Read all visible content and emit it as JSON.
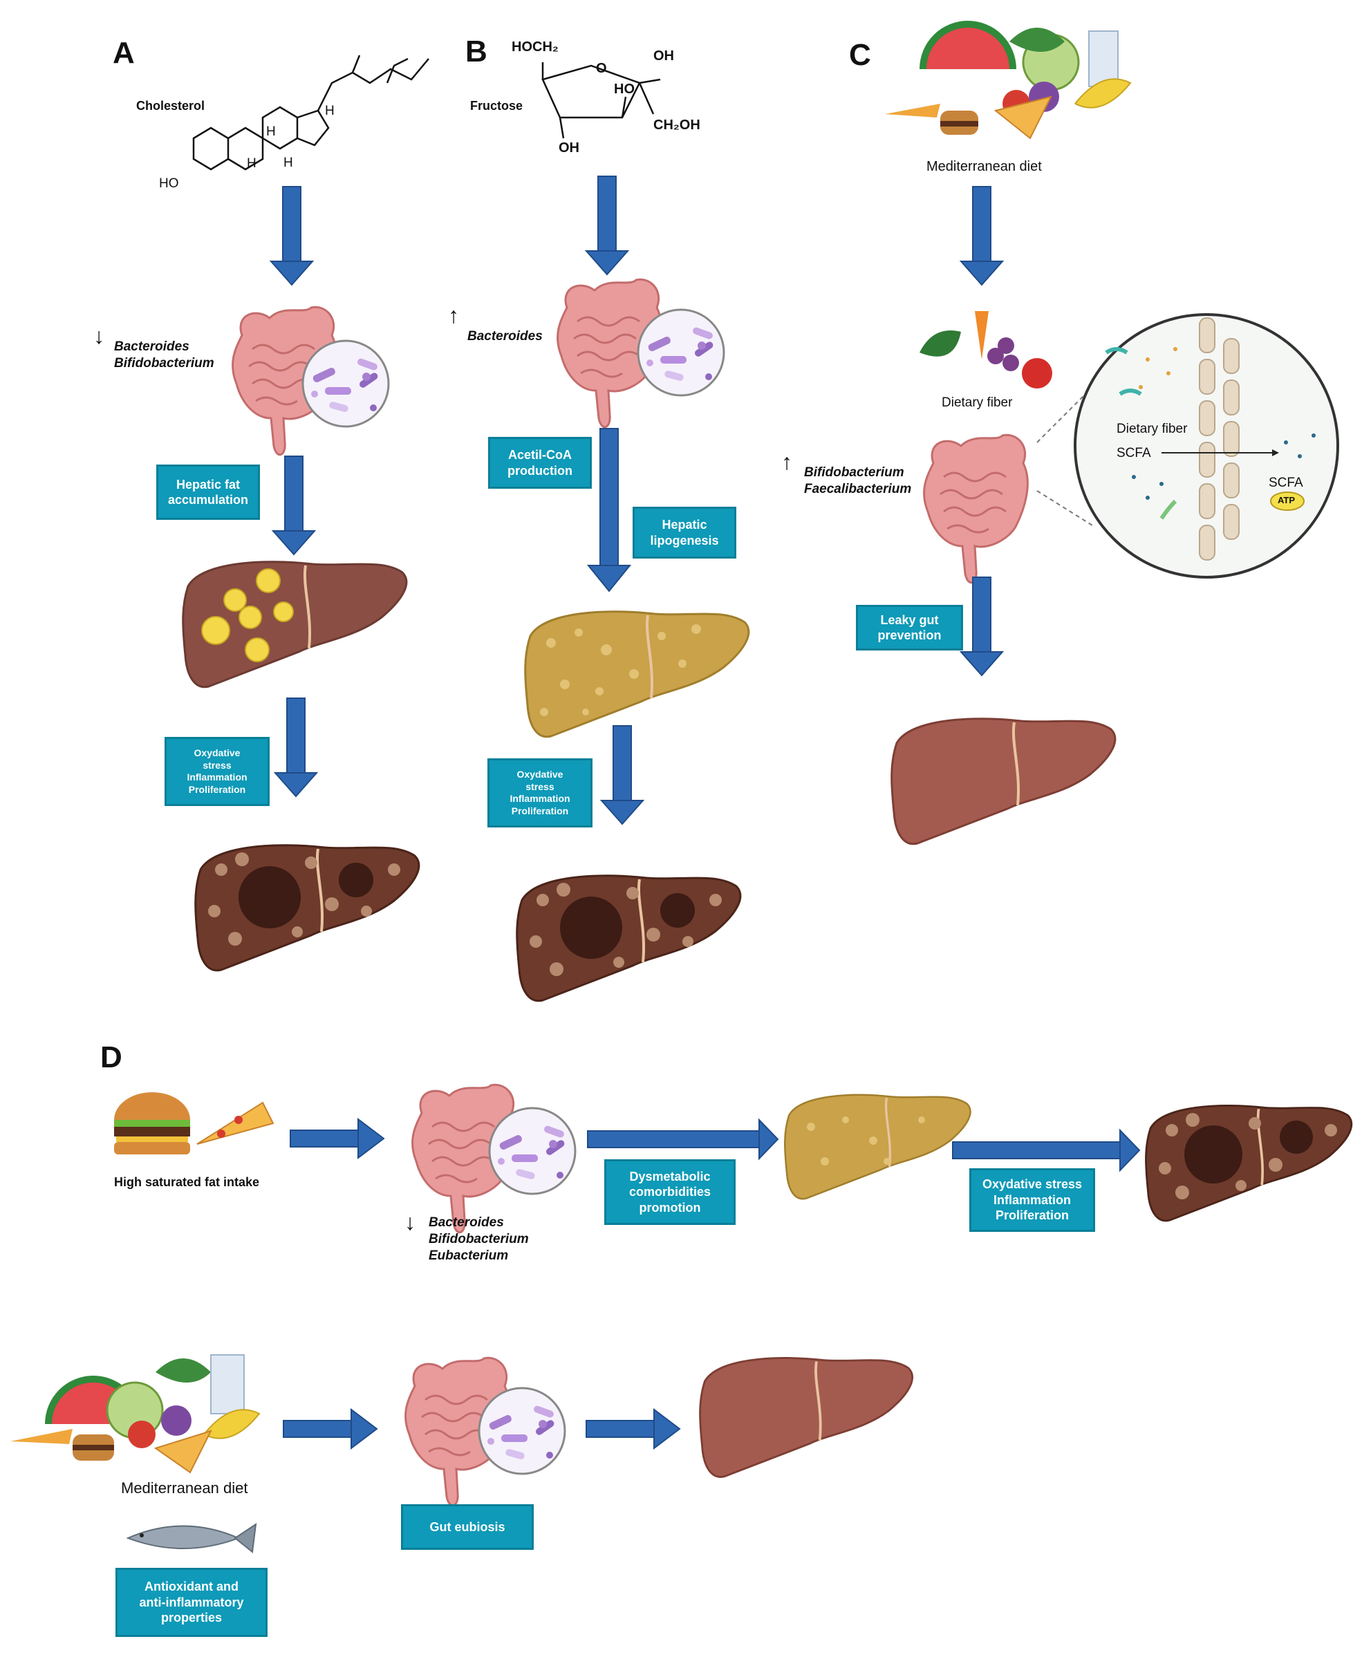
{
  "panels": {
    "a": "A",
    "b": "B",
    "c": "C",
    "d": "D"
  },
  "panel_a": {
    "molecule": "Cholesterol",
    "chem_labels": {
      "ho": "HO",
      "h1": "H",
      "h2": "H",
      "h3": "H",
      "h4": "H"
    },
    "taxa": [
      "Bacteroides",
      "Bifidobacterium"
    ],
    "arrow": "↓",
    "boxes": [
      "Hepatic fat\naccumulation",
      "Oxydative\nstress\nInflammation\nProliferation"
    ]
  },
  "panel_b": {
    "molecule": "Fructose",
    "chem_labels": {
      "hoch2": "HOCH₂",
      "o": "O",
      "oh_top": "OH",
      "ho": "HO",
      "ch2oh": "CH₂OH",
      "oh_bottom": "OH"
    },
    "taxa": [
      "Bacteroides"
    ],
    "arrow": "↑",
    "boxes": [
      "Acetil-CoA\nproduction",
      "Hepatic\nlipogenesis",
      "Oxydative\nstress\nInflammation\nProliferation"
    ]
  },
  "panel_c": {
    "diet": "Mediterranean diet",
    "fiber": "Dietary fiber",
    "inset": {
      "fiber": "Dietary fiber",
      "scfa1": "SCFA",
      "scfa2": "SCFA",
      "atp": "ATP"
    },
    "taxa": [
      "Bifidobacterium",
      "Faecalibacterium"
    ],
    "arrow": "↑",
    "boxes": [
      "Leaky gut\nprevention"
    ]
  },
  "panel_d": {
    "intake": "High saturated fat intake",
    "taxa": [
      "Bacteroides",
      "Bifidobacterium",
      "Eubacterium"
    ],
    "arrow": "↓",
    "boxes": [
      "Dysmetabolic\ncomorbidities\npromotion",
      "Oxydative stress\nInflammation\nProliferation"
    ],
    "diet": "Mediterranean diet",
    "boxes2": [
      "Gut eubiosis",
      "Antioxidant and\nanti-inflammatory\nproperties"
    ]
  },
  "colors": {
    "arrow": "#2f68b2",
    "box": "#0e9ab8",
    "liver": "#a45b4f",
    "fatty_liver": "#c9a24a",
    "cancer_liver": "#6e3a2c",
    "gut": "#e89a9a"
  }
}
